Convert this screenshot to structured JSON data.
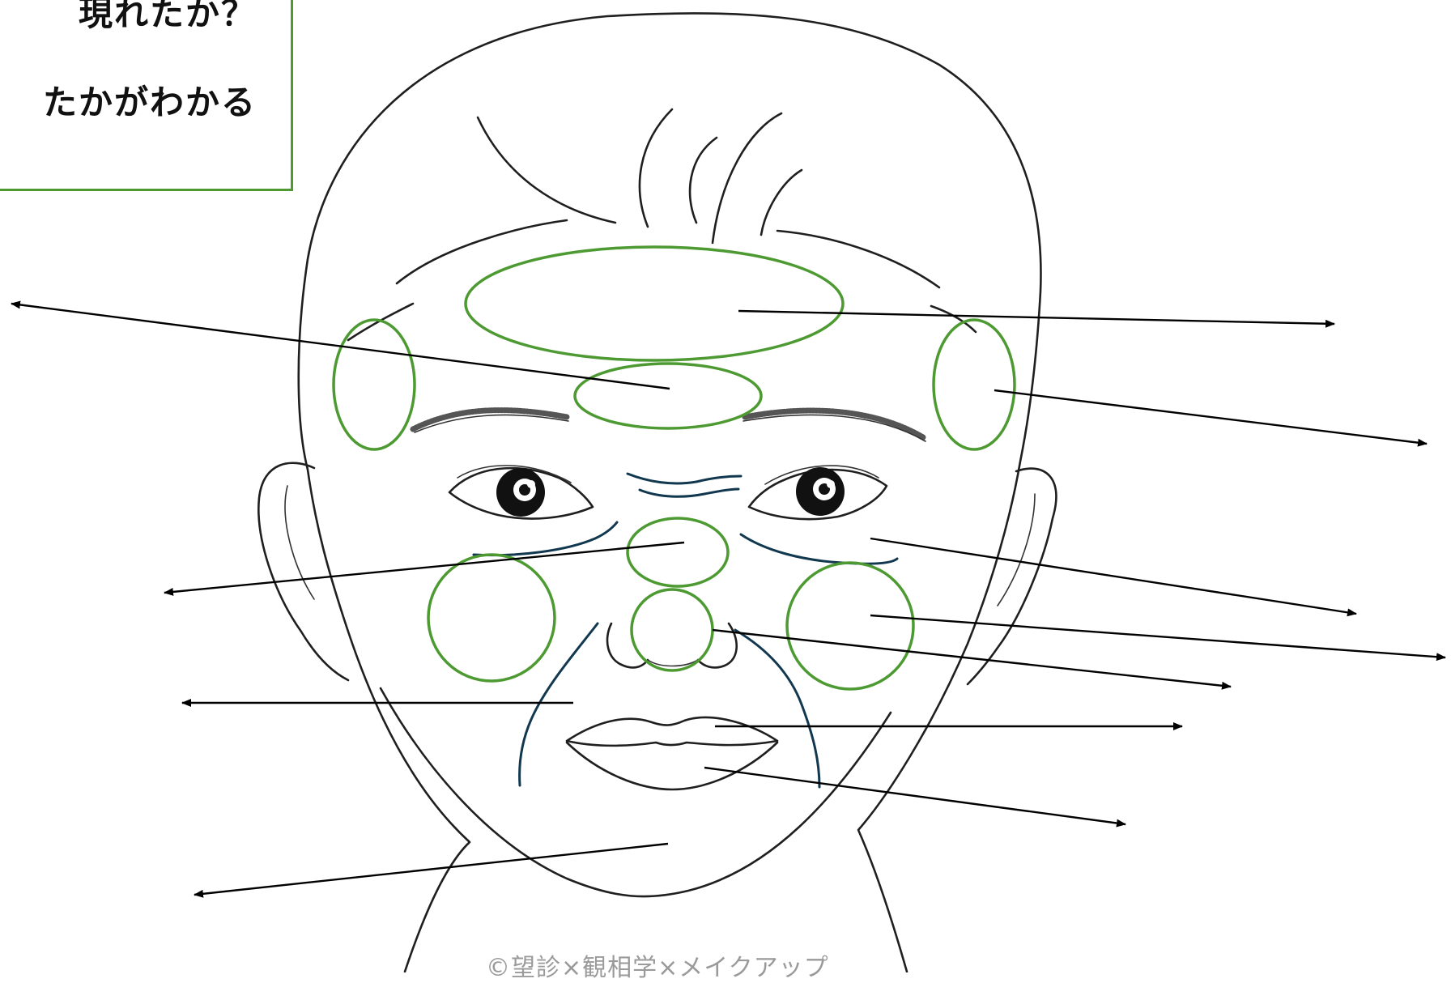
{
  "callout": {
    "line1": "現れたか？",
    "line2": "たかがわかる"
  },
  "watermark": "©望診×観相学×メイクアップ",
  "colors": {
    "zone_outline": "#4d9a32",
    "wrinkle_line": "#12384f",
    "arrow": "#000000",
    "face_line": "#1f1f1f"
  },
  "zones": [
    {
      "name": "forehead-zone",
      "shape": "ellipse"
    },
    {
      "name": "glabella-zone",
      "shape": "ellipse"
    },
    {
      "name": "left-temple-zone",
      "shape": "ellipse"
    },
    {
      "name": "right-temple-zone",
      "shape": "ellipse"
    },
    {
      "name": "nose-bridge-zone",
      "shape": "ellipse"
    },
    {
      "name": "nose-tip-zone",
      "shape": "circle"
    },
    {
      "name": "left-cheek-zone",
      "shape": "circle"
    },
    {
      "name": "right-cheek-zone",
      "shape": "circle"
    }
  ],
  "arrows": [
    {
      "name": "arrow-glabella-to-left"
    },
    {
      "name": "arrow-forehead-to-right"
    },
    {
      "name": "arrow-right-temple-to-right"
    },
    {
      "name": "arrow-nose-bridge-to-left"
    },
    {
      "name": "arrow-under-eye-to-right"
    },
    {
      "name": "arrow-right-cheek-to-right"
    },
    {
      "name": "arrow-nose-tip-to-right"
    },
    {
      "name": "arrow-upper-lip-to-left"
    },
    {
      "name": "arrow-mouth-to-right"
    },
    {
      "name": "arrow-lower-lip-to-right"
    },
    {
      "name": "arrow-chin-to-left"
    }
  ]
}
